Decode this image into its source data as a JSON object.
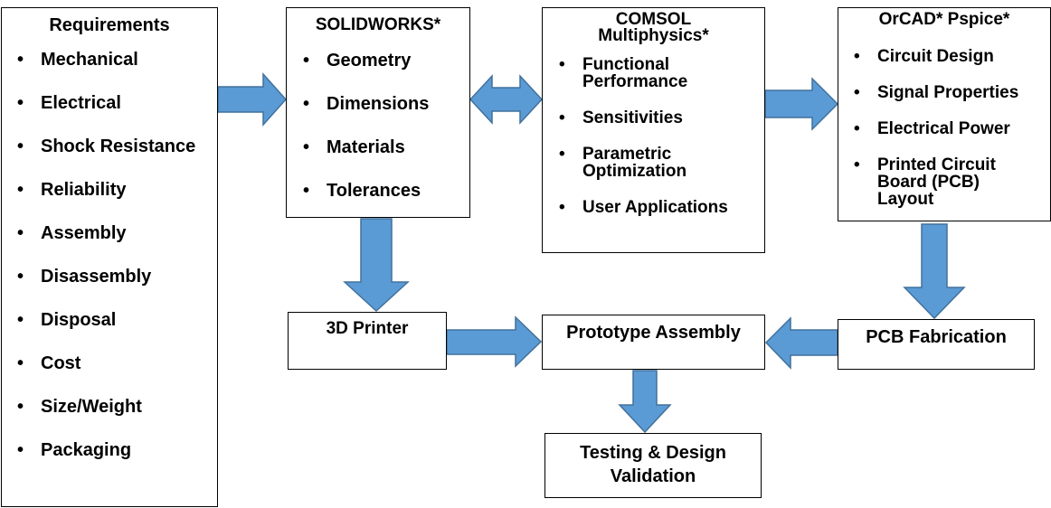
{
  "requirements": {
    "title": "Requirements",
    "items": [
      "Mechanical",
      "Electrical",
      "Shock Resistance",
      "Reliability",
      "Assembly",
      "Disassembly",
      "Disposal",
      "Cost",
      "Size/Weight",
      "Packaging"
    ]
  },
  "solidworks": {
    "title": "SOLIDWORKS*",
    "items": [
      "Geometry",
      "Dimensions",
      "Materials",
      "Tolerances"
    ]
  },
  "comsol": {
    "title_line1": "COMSOL",
    "title_line2": "Multiphysics*",
    "items": [
      "Functional\nPerformance",
      "Sensitivities",
      "Parametric\nOptimization",
      "User Applications"
    ]
  },
  "orcad": {
    "title": "OrCAD* Pspice*",
    "items": [
      "Circuit Design",
      "Signal Properties",
      "Electrical Power",
      "Printed Circuit\nBoard (PCB)\nLayout"
    ]
  },
  "printer": {
    "label": "3D Printer"
  },
  "prototype": {
    "label": "Prototype Assembly"
  },
  "pcb_fab": {
    "label": "PCB Fabrication"
  },
  "testing": {
    "label_line1": "Testing & Design",
    "label_line2": "Validation"
  },
  "colors": {
    "arrow_fill": "#5b9bd5",
    "arrow_stroke": "#41719c",
    "box_border": "#000000"
  }
}
